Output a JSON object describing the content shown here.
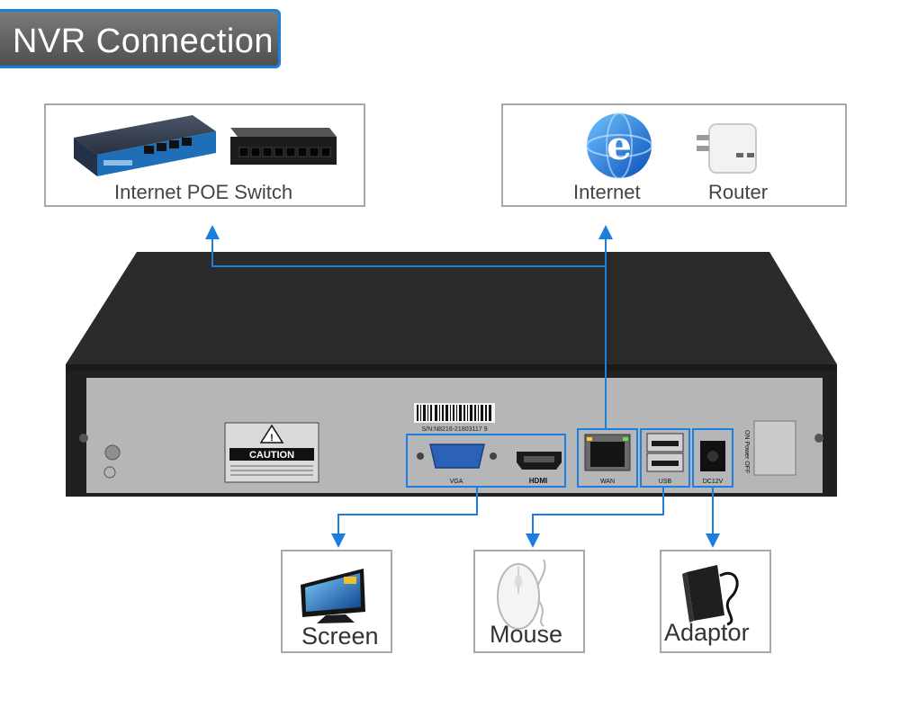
{
  "title": "NVR Connection",
  "top_boxes": {
    "poe_switch": {
      "label": "Internet POE Switch"
    },
    "internet": {
      "label": "Internet"
    },
    "router": {
      "label": "Router"
    }
  },
  "bottom_boxes": {
    "screen": {
      "label": "Screen"
    },
    "mouse": {
      "label": "Mouse"
    },
    "adaptor": {
      "label": "Adaptor"
    }
  },
  "nvr_panel": {
    "serial": "S/N:N8216-21803117 9",
    "caution": "CAUTION",
    "ports": {
      "vga": "VGA",
      "hdmi": "HDMI",
      "wan": "WAN",
      "usb": "USB",
      "dc": "DC12V",
      "power": "ON Power OFF"
    }
  },
  "colors": {
    "accent": "#1c7fe0",
    "nvr_body": "#2b2b2b",
    "panel": "#b4b6b8"
  }
}
